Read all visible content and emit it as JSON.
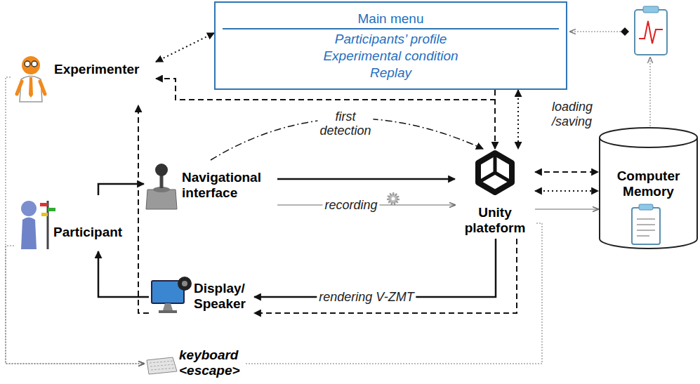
{
  "diagram": {
    "nodes": [
      {
        "text": [
          "Main menu",
          "Participants’ profile",
          "Experimental condition",
          "Replay"
        ]
      },
      {
        "text": [
          "Experimenter"
        ]
      },
      {
        "text": [
          "Navigational interface"
        ]
      },
      {
        "text": [
          "Participant"
        ]
      },
      {
        "text": [
          "Unity plateform"
        ]
      },
      {
        "text": [
          "Display/ Speaker"
        ]
      },
      {
        "text": [
          "Computer Memory"
        ]
      },
      {
        "text": [
          "keyboard <escape>"
        ]
      }
    ],
    "edges": [
      {
        "from": 1,
        "to": 0,
        "arrow": "both"
      },
      {
        "from": 0,
        "to": 1,
        "arrow": "to"
      },
      {
        "from": 0,
        "to": 4,
        "arrow": "to"
      },
      {
        "from": 0,
        "to": 4,
        "arrow": "both"
      },
      {
        "from": 3,
        "to": 2,
        "arrow": "to"
      },
      {
        "from": 2,
        "to": 4,
        "arrow": "to"
      },
      {
        "from": 2,
        "to": 4,
        "label": "recording",
        "arrow": "to"
      },
      {
        "from": 2,
        "to": 4,
        "label": "first detection",
        "arrow": "to"
      },
      {
        "from": 4,
        "to": 5,
        "label": "rendering V-ZMT",
        "arrow": "to"
      },
      {
        "from": 4,
        "to": 5,
        "arrow": "to"
      },
      {
        "from": 5,
        "to": 3,
        "arrow": "to"
      },
      {
        "from": 5,
        "to": 1,
        "arrow": "to"
      },
      {
        "from": 4,
        "to": 6,
        "arrow": "both"
      },
      {
        "from": 4,
        "to": 6,
        "arrow": "both"
      },
      {
        "from": 4,
        "to": 6,
        "arrow": "to"
      },
      {
        "from": 1,
        "to": 7,
        "arrow": "to"
      },
      {
        "from": 3,
        "to": 7,
        "arrow": "to"
      },
      {
        "from": 7,
        "to": 4,
        "arrow": "none"
      }
    ],
    "labels": [
      "loading /saving"
    ]
  }
}
